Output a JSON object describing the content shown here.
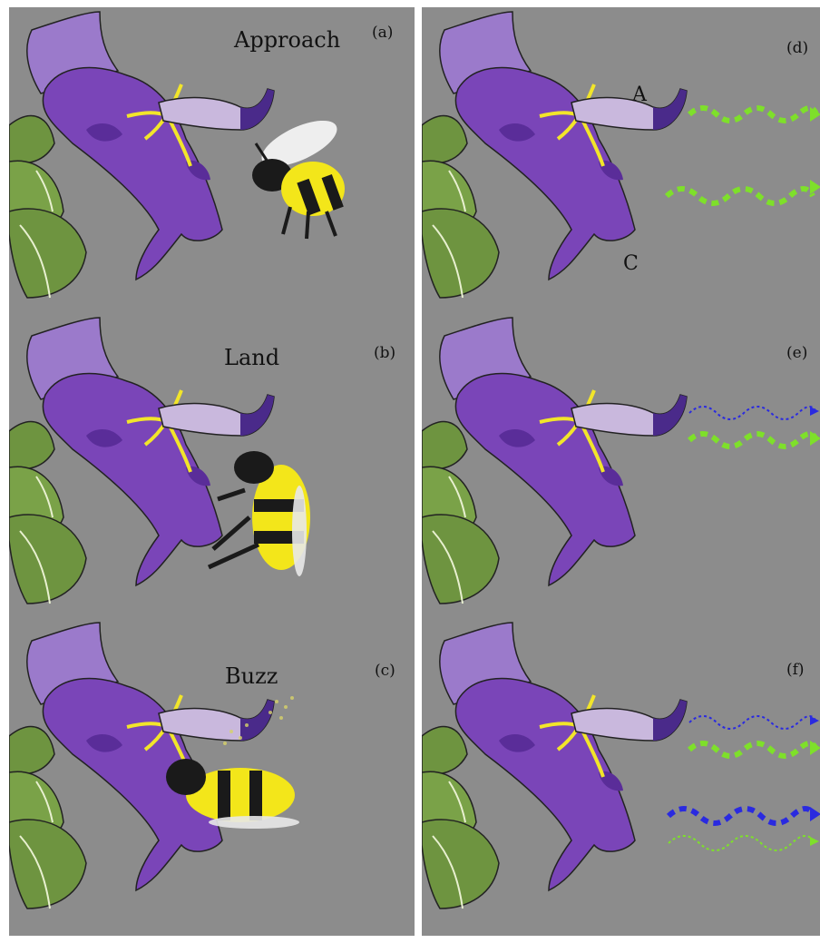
{
  "panels": [
    {
      "id": "a",
      "label": "(a)",
      "caption": "Approach",
      "bee": "approach",
      "waves": []
    },
    {
      "id": "b",
      "label": "(b)",
      "caption": "Land",
      "bee": "land",
      "waves": []
    },
    {
      "id": "c",
      "label": "(c)",
      "caption": "Buzz",
      "bee": "buzz",
      "waves": []
    },
    {
      "id": "d",
      "label": "(d)",
      "caption": "",
      "bee": "none",
      "markers": {
        "anther": "A",
        "corolla": "C"
      },
      "waves": [
        {
          "name": "anther-vibration",
          "color": "#7ee02a",
          "style": "thick-dashed"
        },
        {
          "name": "corolla-vibration",
          "color": "#7ee02a",
          "style": "thick-dashed"
        }
      ]
    },
    {
      "id": "e",
      "label": "(e)",
      "caption": "",
      "bee": "none",
      "waves": [
        {
          "name": "anther-vibration-bee",
          "color": "#2a2ae0",
          "style": "thin-dotted"
        },
        {
          "name": "anther-vibration-flower",
          "color": "#7ee02a",
          "style": "thick-dashed"
        }
      ]
    },
    {
      "id": "f",
      "label": "(f)",
      "caption": "",
      "bee": "none",
      "waves": [
        {
          "name": "anther-vibration-bee",
          "color": "#2a2ae0",
          "style": "thin-dotted"
        },
        {
          "name": "anther-vibration-flower",
          "color": "#7ee02a",
          "style": "thick-dashed"
        },
        {
          "name": "corolla-vibration-bee",
          "color": "#2a2ae0",
          "style": "thick-dashed"
        },
        {
          "name": "corolla-vibration-flower",
          "color": "#7ee02a",
          "style": "thin-dotted"
        }
      ]
    }
  ],
  "colors": {
    "background": "#8c8c8c",
    "petal": "#7a45b8",
    "petal_light": "#9b7acb",
    "petal_dark": "#5a2d99",
    "stamen_yellow": "#f2e52a",
    "anther": "#4a2a8a",
    "leaf": "#6e9440",
    "bee_yellow": "#f3e61a",
    "bee_black": "#1a1a1a"
  }
}
